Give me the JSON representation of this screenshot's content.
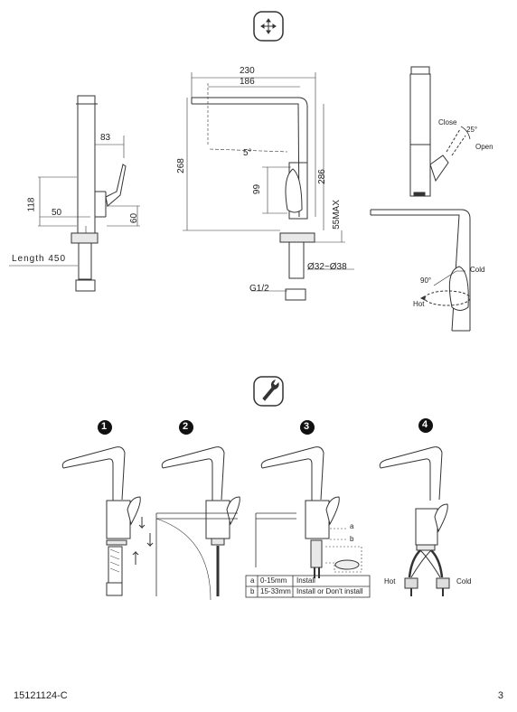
{
  "dims": {
    "w230": "230",
    "w186": "186",
    "d83": "83",
    "angle5": "5°",
    "h268": "268",
    "h286": "286",
    "h99": "99",
    "h118": "118",
    "w50": "50",
    "h60": "60",
    "max55": "55MAX",
    "length": "Length 450",
    "dia": "Ø32~Ø38",
    "thread": "G1/2"
  },
  "handle": {
    "close": "Close",
    "open": "Open",
    "deg25": "25°",
    "deg90": "90°",
    "cold": "Cold",
    "hot": "Hot"
  },
  "steps": {
    "s1": "1",
    "s2": "2",
    "s3": "3",
    "s4": "4",
    "label_a": "a",
    "label_b": "b",
    "hot": "Hot",
    "cold": "Cold"
  },
  "table": [
    {
      "key": "a",
      "range": "0-15mm",
      "action": "Install"
    },
    {
      "key": "b",
      "range": "15-33mm",
      "action": "Install or Don't install"
    }
  ],
  "footer": {
    "code": "15121124-C",
    "page": "3"
  }
}
